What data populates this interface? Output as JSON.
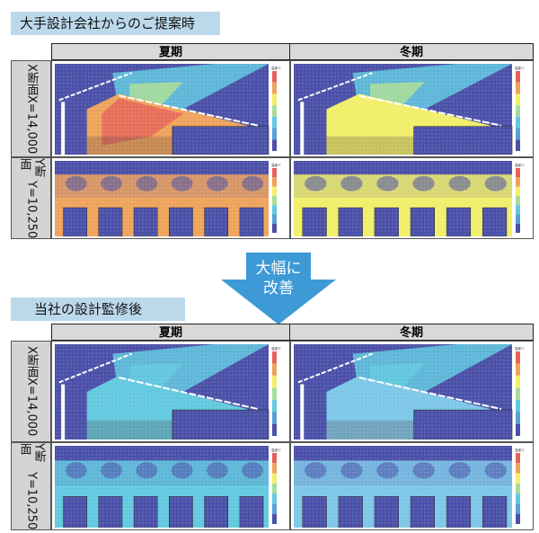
{
  "before": {
    "title": "大手設計会社からのご提案時",
    "col_summer": "夏期",
    "col_winter": "冬期",
    "row_x": {
      "label": "X断面",
      "value": "X=14,000"
    },
    "row_y": {
      "label": "Y断面",
      "value": "Y=10,250"
    }
  },
  "arrow": {
    "line1": "大幅に",
    "line2": "改善",
    "color": "#3d9ad6"
  },
  "after": {
    "title": "当社の設計監修後",
    "col_summer": "夏期",
    "col_winter": "冬期",
    "row_x": {
      "label": "X断面",
      "value": "X=14,000"
    },
    "row_y": {
      "label": "Y断面",
      "value": "Y=10,250"
    }
  },
  "legend_unit": "温度℃",
  "colors": {
    "cold": "#4b51a8",
    "cyan": "#63c9e0",
    "green": "#a9dc9a",
    "yellow": "#f1ef6a",
    "orange": "#eea35c",
    "red": "#e5625a",
    "lightblue": "#7ec7e8"
  }
}
